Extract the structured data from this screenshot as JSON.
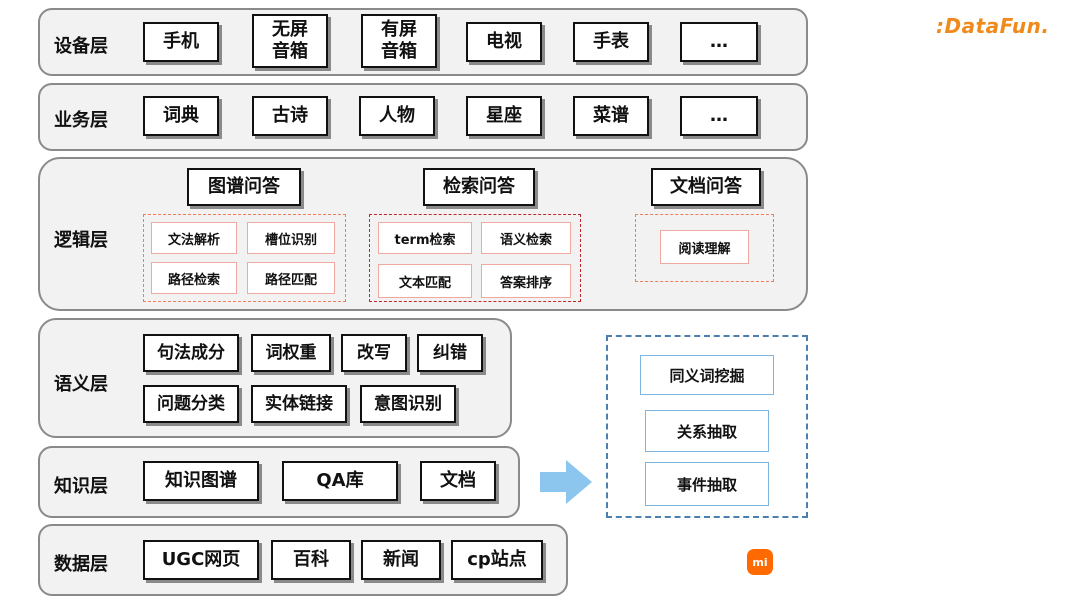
{
  "brand": {
    "logo_text": ":DataFun.",
    "mi_logo_text": "mi"
  },
  "layers": {
    "device": {
      "label": "设备层",
      "items": [
        "手机",
        "无屏\n音箱",
        "有屏\n音箱",
        "电视",
        "手表",
        "…"
      ]
    },
    "business": {
      "label": "业务层",
      "items": [
        "词典",
        "古诗",
        "人物",
        "星座",
        "菜谱",
        "…"
      ]
    },
    "logic": {
      "label": "逻辑层",
      "graph": {
        "title": "图谱问答",
        "items": [
          "文法解析",
          "槽位识别",
          "路径检索",
          "路径匹配"
        ]
      },
      "search": {
        "title": "检索问答",
        "items": [
          "term检索",
          "语义检索",
          "文本匹配",
          "答案排序"
        ]
      },
      "doc": {
        "title": "文档问答",
        "items": [
          "阅读理解"
        ]
      }
    },
    "semantic": {
      "label": "语义层",
      "row1": [
        "句法成分",
        "词权重",
        "改写",
        "纠错"
      ],
      "row2": [
        "问题分类",
        "实体链接",
        "意图识别"
      ]
    },
    "knowledge": {
      "label": "知识层",
      "items": [
        "知识图谱",
        "QA库",
        "文档"
      ]
    },
    "data": {
      "label": "数据层",
      "items": [
        "UGC网页",
        "百科",
        "新闻",
        "cp站点"
      ]
    }
  },
  "mining": {
    "items": [
      "同义词挖掘",
      "关系抽取",
      "事件抽取"
    ]
  },
  "colors": {
    "red_dash": "#c0272d",
    "orange_dash": "#ef7d5a",
    "blue_dash": "#4a7fb0",
    "arrow": "#8cc6ee",
    "layer_border": "#8a8a8a"
  }
}
